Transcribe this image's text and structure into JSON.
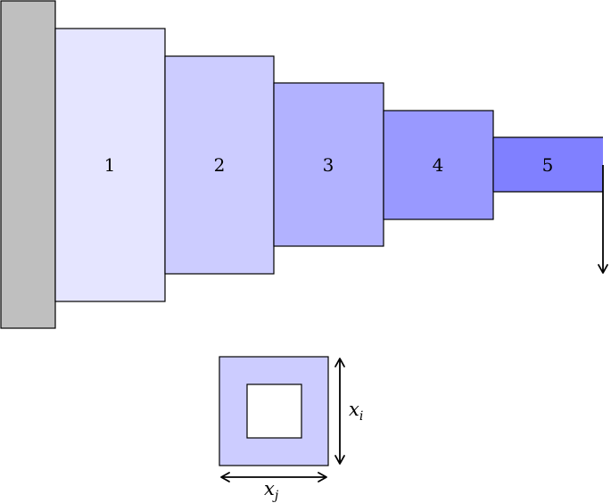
{
  "segments": [
    {
      "label": "1",
      "color": "#e5e5ff"
    },
    {
      "label": "2",
      "color": "#ccccff"
    },
    {
      "label": "3",
      "color": "#b2b2ff"
    },
    {
      "label": "4",
      "color": "#9999ff"
    },
    {
      "label": "5",
      "color": "#8080ff"
    }
  ],
  "wall": {
    "color": "#bfbfbf"
  },
  "load": {
    "icon": "arrow-down-icon"
  },
  "cross_section": {
    "outer_color": "#ccccff",
    "inner_color": "#ffffff",
    "height_label": {
      "base": "x",
      "sub": "i"
    },
    "width_label": {
      "base": "x",
      "sub": "j"
    }
  }
}
